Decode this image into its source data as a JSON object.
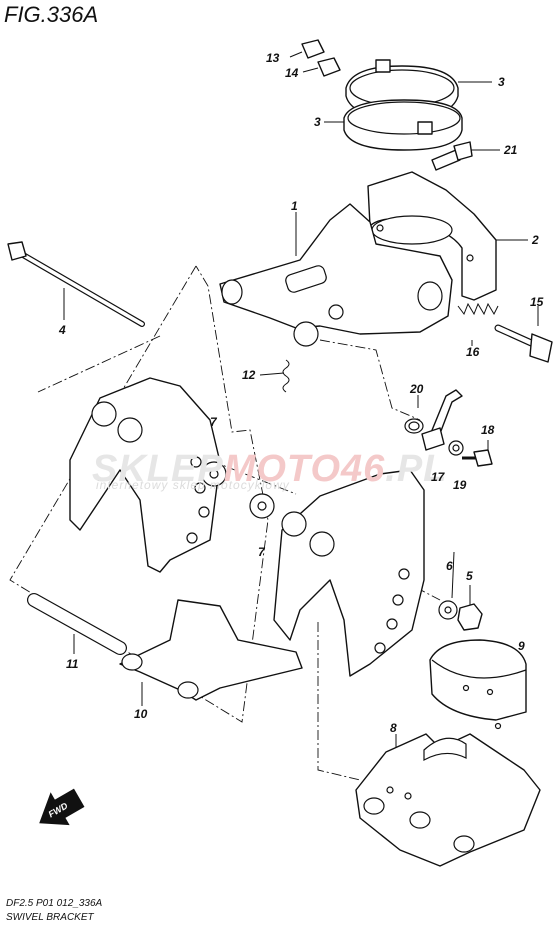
{
  "figure_title": "FIG.336A",
  "watermark": {
    "brand_a": "SKLEP",
    "brand_b": "MOTO46",
    "brand_c": ".PL",
    "tagline": "internetowy sklep motocyklowy"
  },
  "fwd_label": "FWD",
  "footer": {
    "code": "DF2.5 P01 012_336A",
    "caption": "SWIVEL BRACKET"
  },
  "callouts": [
    "13",
    "14",
    "3",
    "3",
    "21",
    "1",
    "2",
    "4",
    "15",
    "16",
    "12",
    "20",
    "7",
    "18",
    "17",
    "19",
    "7",
    "6",
    "5",
    "11",
    "9",
    "10",
    "8"
  ]
}
